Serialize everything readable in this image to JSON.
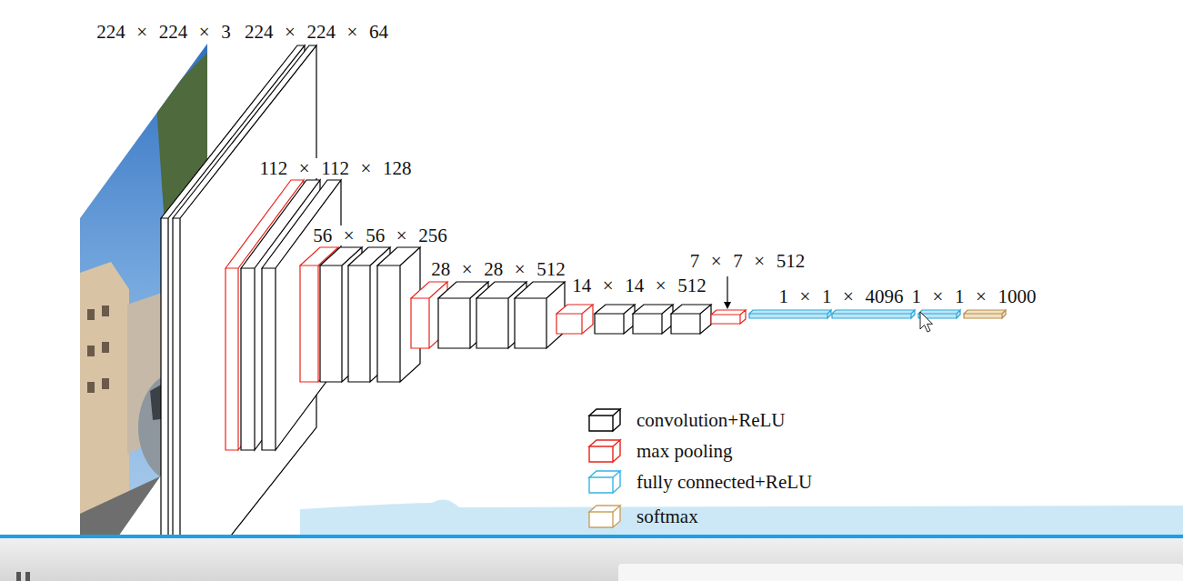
{
  "diagram": {
    "labels": [
      "224 × 224 × 3",
      "224 × 224 × 64",
      "112 × 112 × 128",
      "56 × 56 × 256",
      "28 × 28 × 512",
      "14 × 14 × 512",
      "7 × 7 × 512",
      "1 × 1 × 4096",
      "1 × 1 × 1000"
    ],
    "legend": [
      {
        "text": "convolution+ReLU",
        "color": "#000000"
      },
      {
        "text": "max pooling",
        "color": "#e8231b"
      },
      {
        "text": "fully connected+ReLU",
        "color": "#33b5e5"
      },
      {
        "text": "softmax",
        "color": "#c9a25e"
      }
    ]
  }
}
